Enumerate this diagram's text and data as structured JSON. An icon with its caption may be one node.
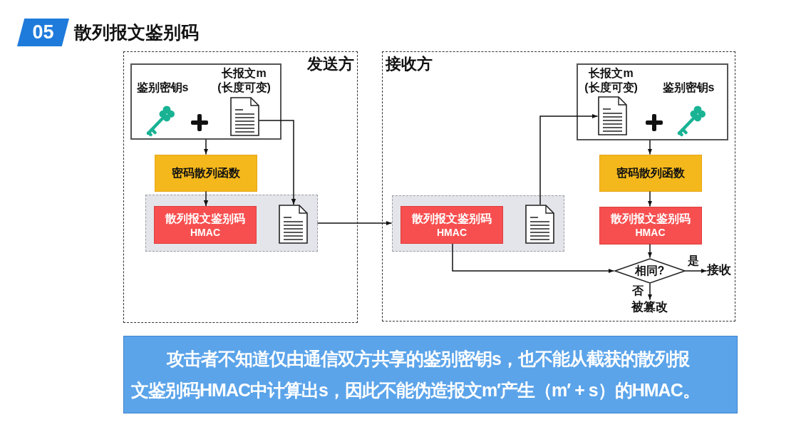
{
  "diagram": {
    "title": "散列报文鉴别码",
    "nodes": [
      {
        "text": [
          "05"
        ]
      },
      {
        "text": [
          "发送方"
        ]
      },
      {
        "text": [
          "鉴别密钥s",
          "长报文m",
          "(长度可变)"
        ],
        "in": 1
      },
      {
        "text": [],
        "shape": "picture",
        "in": 2
      },
      {
        "text": [
          "密码散列函数"
        ],
        "in": 1
      },
      {
        "text": [],
        "shape": "box",
        "in": 1
      },
      {
        "text": [
          "散列报文鉴别码",
          "HMAC"
        ],
        "in": 5
      },
      {
        "text": [],
        "shape": "picture",
        "in": 5
      },
      {
        "text": [
          "接收方"
        ]
      },
      {
        "text": [
          "长报文m",
          "(长度可变)",
          "鉴别密钥s"
        ],
        "in": 8
      },
      {
        "text": [],
        "shape": "picture",
        "in": 9
      },
      {
        "text": [
          "密码散列函数"
        ],
        "in": 8
      },
      {
        "text": [],
        "shape": "box",
        "in": 8
      },
      {
        "text": [
          "散列报文鉴别码",
          "HMAC"
        ],
        "in": 12
      },
      {
        "text": [],
        "shape": "picture",
        "in": 12
      },
      {
        "text": [
          "散列报文鉴别码",
          "HMAC"
        ],
        "in": 8
      },
      {
        "text": [
          "相同?"
        ],
        "in": 8
      },
      {
        "text": [
          "接收"
        ],
        "in": 8
      },
      {
        "text": [
          "被篡改"
        ],
        "in": 8
      },
      {
        "text": [
          "攻击者不知道仅由通信双方共享的鉴别密钥s，也不能从截获的散列报文鉴别码HMAC中计算出s，因此不能伪造报文m′产生（m′ + s）的HMAC。"
        ]
      }
    ],
    "edges": [
      {
        "from": 2,
        "to": 4,
        "arrow": "to"
      },
      {
        "from": 4,
        "to": 6,
        "arrow": "to"
      },
      {
        "from": 3,
        "to": 7,
        "arrow": "to"
      },
      {
        "from": 5,
        "to": 12,
        "arrow": "to"
      },
      {
        "from": 14,
        "to": 10,
        "arrow": "to"
      },
      {
        "from": 9,
        "to": 11,
        "arrow": "to"
      },
      {
        "from": 11,
        "to": 15,
        "arrow": "to"
      },
      {
        "from": 15,
        "to": 16,
        "arrow": "to"
      },
      {
        "from": 13,
        "to": 16,
        "arrow": "to"
      },
      {
        "from": 16,
        "to": 17,
        "arrow": "to",
        "label": "是"
      },
      {
        "from": 16,
        "to": 18,
        "arrow": "to",
        "label": "否"
      }
    ]
  }
}
